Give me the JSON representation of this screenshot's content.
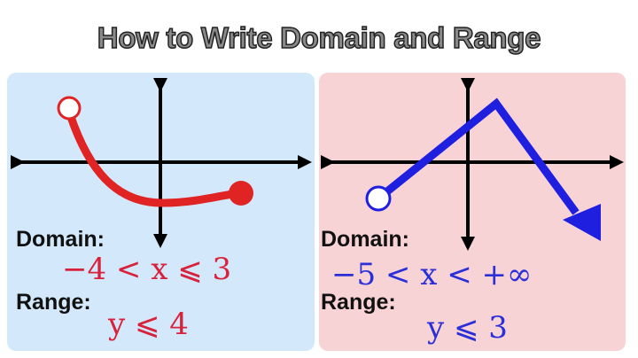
{
  "title": "How to Write Domain and Range",
  "colors": {
    "left_bg": "#d3e9fb",
    "right_bg": "#f8d3d6",
    "red": "#d8213a",
    "blue": "#2a2fd8"
  },
  "left": {
    "domain_label": "Domain:",
    "domain": "−4 < x ⩽ 3",
    "range_label": "Range:",
    "range": "y ⩽ 4"
  },
  "right": {
    "domain_label": "Domain:",
    "domain": "−5 < x < +∞",
    "range_label": "Range:",
    "range": "y ⩽ 3"
  }
}
